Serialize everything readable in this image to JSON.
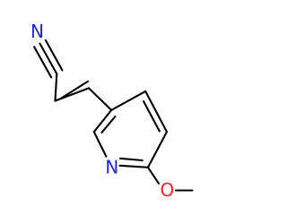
{
  "molecule": {
    "atoms": {
      "nitrile_n": {
        "symbol": "N",
        "color": "#1f1ff0"
      },
      "pyridine_n": {
        "symbol": "N",
        "color": "#1f1ff0"
      },
      "ether_o": {
        "symbol": "O",
        "color": "#ff1f1f"
      }
    }
  }
}
